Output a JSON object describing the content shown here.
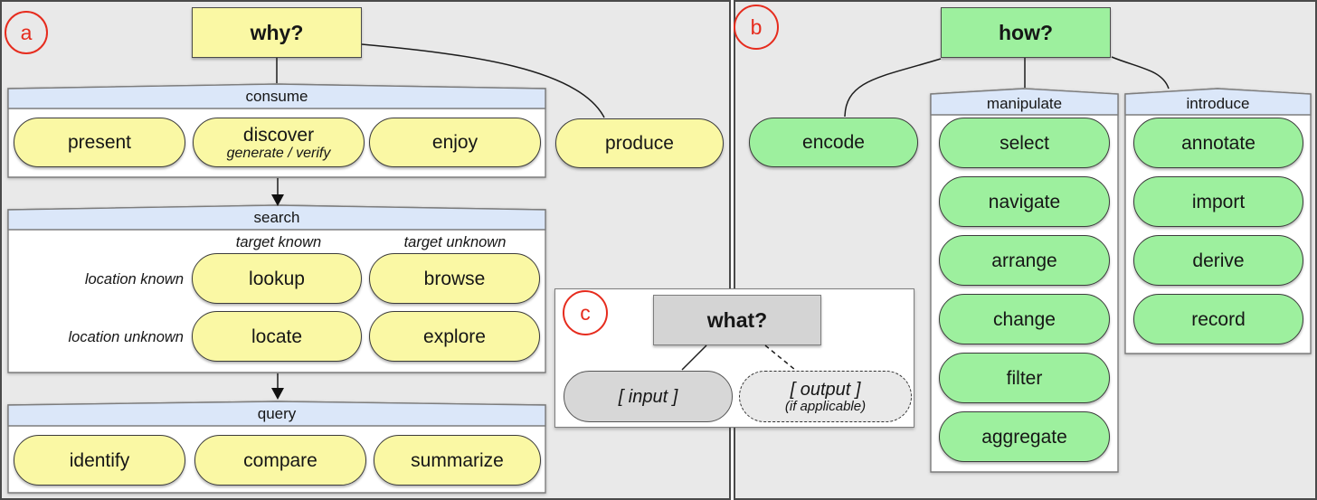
{
  "colors": {
    "yellow": "#FAF8A4",
    "green": "#9DF09E",
    "header_blue": "#DBE7F9",
    "panel_bg": "#E9E9E9",
    "badge_red": "#E62C1E",
    "gray_box": "#D4D4D4"
  },
  "why": {
    "badge": "a",
    "title": "why?",
    "consume": {
      "label": "consume",
      "pills": [
        {
          "label": "present"
        },
        {
          "label": "discover",
          "sub": "generate / verify"
        },
        {
          "label": "enjoy"
        }
      ]
    },
    "produce_pill": "produce",
    "search": {
      "label": "search",
      "col_headers": [
        "target known",
        "target unknown"
      ],
      "row_headers": [
        "location known",
        "location unknown"
      ],
      "cells": [
        [
          "lookup",
          "browse"
        ],
        [
          "locate",
          "explore"
        ]
      ]
    },
    "query": {
      "label": "query",
      "pills": [
        {
          "label": "identify"
        },
        {
          "label": "compare"
        },
        {
          "label": "summarize"
        }
      ]
    }
  },
  "how": {
    "badge": "b",
    "title": "how?",
    "encode_pill": "encode",
    "manipulate": {
      "label": "manipulate",
      "pills": [
        "select",
        "navigate",
        "arrange",
        "change",
        "filter",
        "aggregate"
      ]
    },
    "introduce": {
      "label": "introduce",
      "pills": [
        "annotate",
        "import",
        "derive",
        "record"
      ]
    }
  },
  "what": {
    "badge": "c",
    "title": "what?",
    "input_pill": "[ input ]",
    "output_pill": "[ output ]",
    "output_note": "(if applicable)"
  }
}
